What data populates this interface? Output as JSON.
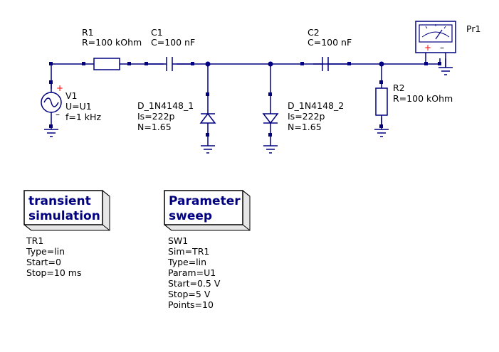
{
  "schematic": {
    "v1": {
      "name": "V1",
      "u": "U=U1",
      "f": "f=1 kHz",
      "plus": "+",
      "minus": "–"
    },
    "r1": {
      "name": "R1",
      "value": "R=100 kOhm"
    },
    "c1": {
      "name": "C1",
      "value": "C=100 nF"
    },
    "d1": {
      "name": "D_1N4148_1",
      "is": "Is=222p",
      "n": "N=1.65"
    },
    "d2": {
      "name": "D_1N4148_2",
      "is": "Is=222p",
      "n": "N=1.65"
    },
    "c2": {
      "name": "C2",
      "value": "C=100 nF"
    },
    "r2": {
      "name": "R2",
      "value": "R=100 kOhm"
    },
    "pr1": {
      "name": "Pr1",
      "plus": "+",
      "minus": "–"
    }
  },
  "tran": {
    "title1": "transient",
    "title2": "simulation",
    "name": "TR1",
    "type": "Type=lin",
    "start": "Start=0",
    "stop": "Stop=10 ms"
  },
  "sweep": {
    "title1": "Parameter",
    "title2": "sweep",
    "name": "SW1",
    "sim": "Sim=TR1",
    "type": "Type=lin",
    "param": "Param=U1",
    "start": "Start=0.5 V",
    "stop": "Stop=5 V",
    "points": "Points=10"
  },
  "colors": {
    "wire": "#000080",
    "component": "#000080",
    "polarity_plus": "#ff0000",
    "text": "#000000"
  }
}
